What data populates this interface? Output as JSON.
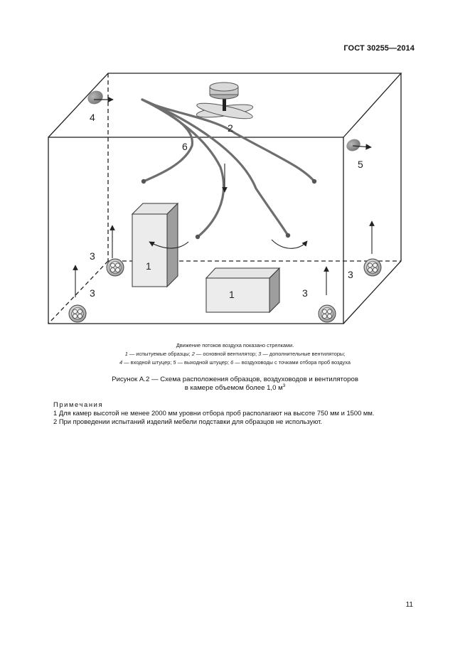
{
  "header": {
    "standard": "ГОСТ 30255—2014"
  },
  "figure": {
    "labels": {
      "sample_back": "1",
      "sample_front": "1",
      "main_fan": "2",
      "fan_left_upper": "3",
      "fan_left_lower": "3",
      "fan_right_upper": "3",
      "fan_right_lower": "3",
      "inlet": "4",
      "outlet": "5",
      "ducts": "6"
    }
  },
  "caption": {
    "line1": "Движение потоков воздуха показано стрелками.",
    "legend_line1": [
      {
        "num": "1",
        "text": " — испытуемые образцы; "
      },
      {
        "num": "2",
        "text": " — основной вентилятор; "
      },
      {
        "num": "3",
        "text": " — дополнительные вентиляторы;"
      }
    ],
    "legend_line2": [
      {
        "num": "4",
        "text": " — входной штуцер; "
      },
      {
        "num": "5",
        "text": " — выходной штуцер; "
      },
      {
        "num": "6",
        "text": " — воздуховоды с точками отбора проб воздуха"
      }
    ]
  },
  "figure_title": {
    "line1": "Рисунок А.2 — Схема расположения образцов, воздуховодов и вентиляторов",
    "line2": "в камере объемом более 1,0 м",
    "line2_sup": "3"
  },
  "notes": {
    "title": "Примечания",
    "items": [
      "1 Для камер высотой не менее 2000 мм уровни отбора проб располагают на высоте 750 мм и 1500 мм.",
      "2 При проведении испытаний изделий мебели подставки для образцов не используют."
    ]
  },
  "page": {
    "number": "11"
  }
}
